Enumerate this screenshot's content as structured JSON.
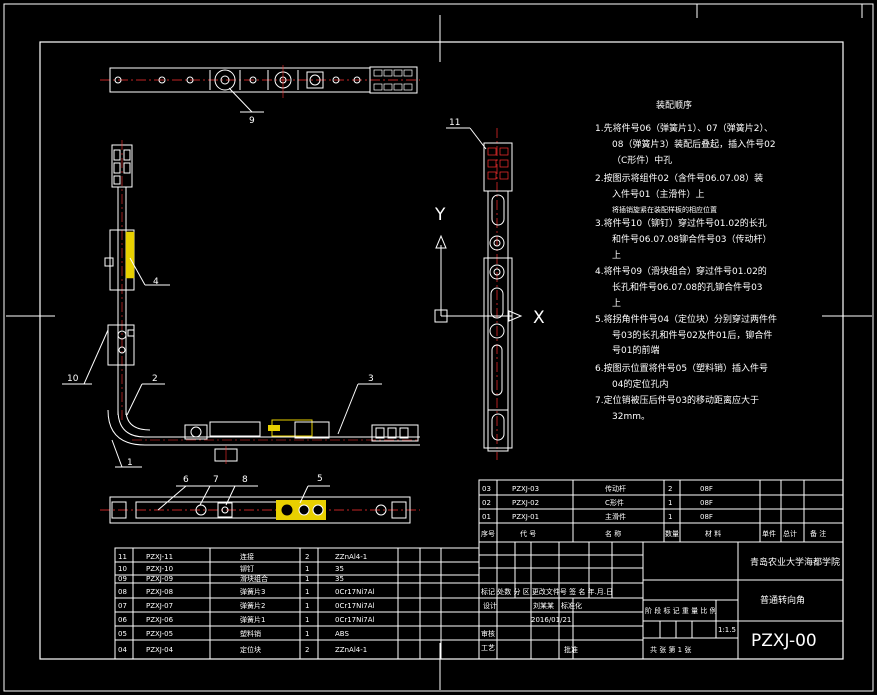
{
  "drawing": {
    "notes_title": "装配顺序",
    "notes": [
      "1.先将件号06（弹簧片1）、07（弹簧片2）、",
      "08（弹簧片3）装配后叠起，插入件号02",
      "（C形件）中孔",
      "2.按图示将组件02（含件号06.07.08）装",
      "入件号01（主滑件）上",
      "将插销旋紧在装配样板的相应位置",
      "3.将件号10（铆钉）穿过件号01.02的长孔",
      "和件号06.07.08铆合件号03（传动杆）",
      "上",
      "4.将件号09（滑块组合）穿过件号01.02的",
      "长孔和件号06.07.08的孔铆合件号03",
      "上",
      "5.将拐角件件号04（定位块）分别穿过两件件",
      "号03的长孔和件号02及件01后，铆合件",
      "号01的前端",
      "6.按图示位置将件号05（塑料销）插入件号",
      "04的定位孔内",
      "7.定位销被压后件号03的移动距离应大于",
      "32mm。"
    ],
    "callouts": [
      "1",
      "2",
      "3",
      "4",
      "5",
      "6",
      "7",
      "8",
      "9",
      "10",
      "11"
    ],
    "axis_y": "Y",
    "axis_x": "X"
  },
  "bom_upper": {
    "rows": [
      {
        "no": "03",
        "code": "PZXJ-03",
        "name": "传动杆",
        "qty": "2",
        "mat": "08F"
      },
      {
        "no": "02",
        "code": "PZXJ-02",
        "name": "C形件",
        "qty": "1",
        "mat": "08F"
      },
      {
        "no": "01",
        "code": "PZXJ-01",
        "name": "主滑件",
        "qty": "1",
        "mat": "08F"
      }
    ],
    "header": {
      "no": "序号",
      "code": "代  号",
      "name": "名  称",
      "qty": "数量",
      "mat": "材  料",
      "unit": "单件",
      "total": "总计",
      "remark": "备 注"
    }
  },
  "bom_lower": {
    "rows": [
      {
        "no": "11",
        "code": "PZXJ-11",
        "name": "连接",
        "qty": "2",
        "mat": "ZZnAl4-1"
      },
      {
        "no": "10",
        "code": "PZXJ-10",
        "name": "铆钉",
        "qty": "1",
        "mat": "35"
      },
      {
        "no": "09",
        "code": "PZXJ-09",
        "name": "滑块组合",
        "qty": "1",
        "mat": "35"
      },
      {
        "no": "08",
        "code": "PZXJ-08",
        "name": "弹簧片3",
        "qty": "1",
        "mat": "0Cr17Ni7Al"
      },
      {
        "no": "07",
        "code": "PZXJ-07",
        "name": "弹簧片2",
        "qty": "1",
        "mat": "0Cr17Ni7Al"
      },
      {
        "no": "06",
        "code": "PZXJ-06",
        "name": "弹簧片1",
        "qty": "1",
        "mat": "0Cr17Ni7Al"
      },
      {
        "no": "05",
        "code": "PZXJ-05",
        "name": "塑料销",
        "qty": "1",
        "mat": "ABS"
      },
      {
        "no": "04",
        "code": "PZXJ-04",
        "name": "定位块",
        "qty": "2",
        "mat": "ZZnAl4-1"
      }
    ]
  },
  "title_block": {
    "school": "青岛农业大学海都学院",
    "title": "普通转向角",
    "drawing_no": "PZXJ-00",
    "rev_header": "标记 处数 分 区 更改文件号 签 名 年.月.日",
    "designer": "设计",
    "designer_name": "刘某某",
    "std": "标准化",
    "date": "2016/01/21",
    "check": "审核",
    "process": "工艺",
    "approve": "批准",
    "stage": "阶 段 标 记   重 量   比 例",
    "scale": "1:1.5",
    "sheet": "共    张    第 1 张"
  }
}
